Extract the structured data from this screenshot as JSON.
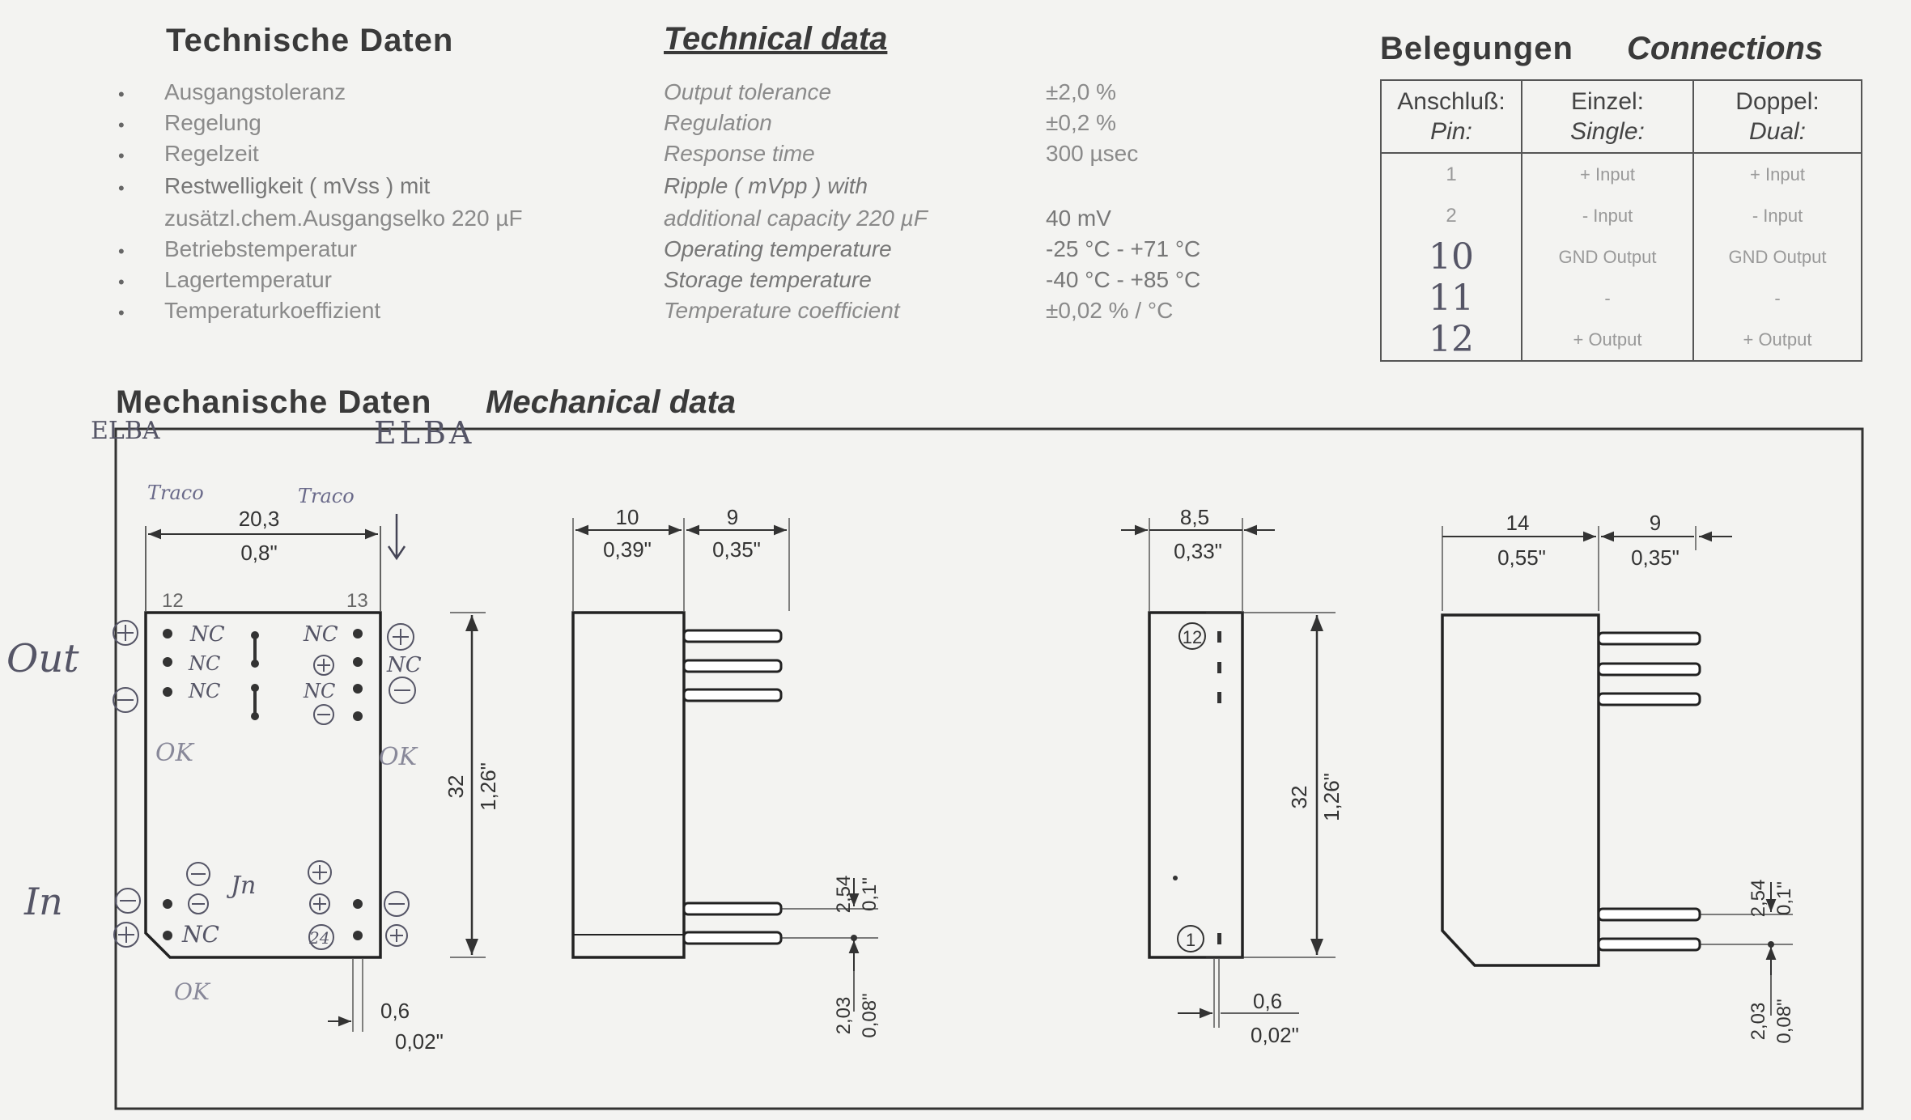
{
  "headings": {
    "tech_de": "Technische Daten",
    "tech_en": "Technical data",
    "belegungen": "Belegungen",
    "connections": "Connections",
    "mech_de": "Mechanische Daten",
    "mech_en": "Mechanical data"
  },
  "specs": [
    {
      "de": "Ausgangstoleranz",
      "en": "Output tolerance",
      "value": "±2,0 %"
    },
    {
      "de": "Regelung",
      "en": "Regulation",
      "value": "±0,2 %"
    },
    {
      "de": "Regelzeit",
      "en": "Response time",
      "value": "300 µsec"
    },
    {
      "de": "Restwelligkeit ( mVss ) mit",
      "en": "Ripple ( mVpp ) with",
      "value": ""
    },
    {
      "de": "zusätzl.chem.Ausgangselko 220 µF",
      "en": "additional capacity 220 µF",
      "value": "40 mV"
    },
    {
      "de": "Betriebstemperatur",
      "en": "Operating temperature",
      "value": "-25 °C - +71 °C"
    },
    {
      "de": "Lagertemperatur",
      "en": "Storage temperature",
      "value": "-40 °C - +85 °C"
    },
    {
      "de": "Temperaturkoeffizient",
      "en": "Temperature coefficient",
      "value": "±0,02 % / °C"
    }
  ],
  "connections_table": {
    "headers": [
      {
        "de": "Anschluß:",
        "en": "Pin:"
      },
      {
        "de": "Einzel:",
        "en": "Single:"
      },
      {
        "de": "Doppel:",
        "en": "Dual:"
      }
    ],
    "rows": [
      {
        "pin": "1",
        "single": "+ Input",
        "dual": "+ Input"
      },
      {
        "pin": "2",
        "single": "- Input",
        "dual": "- Input"
      },
      {
        "pin": "10",
        "single": "GND Output",
        "dual": "GND Output"
      },
      {
        "pin": "11",
        "single": "-",
        "dual": "-"
      },
      {
        "pin": "12",
        "single": "+ Output",
        "dual": "+ Output"
      }
    ]
  },
  "drawing_labels": {
    "elba_left": "ELBA",
    "elba_mid": "ELBA",
    "traco_left": "Traco",
    "traco_right": "Traco",
    "dim_width_mm": "20,3",
    "dim_width_in": "0,8\"",
    "pin_12": "12",
    "pin_13": "13",
    "out": "Out",
    "in": "In",
    "ok_1": "OK",
    "ok_2": "OK",
    "ok_3": "OK",
    "nc": "NC",
    "jn": "Jn",
    "pin_24": "24",
    "dim_height_mm": "32",
    "dim_height_in": "1,26\"",
    "dim_pin_mm": "0,6",
    "dim_pin_in": "0,02\"",
    "side1_w_mm": "10",
    "side1_w_in": "0,39\"",
    "side1_p_mm": "9",
    "side1_p_in": "0,35\"",
    "pitch_mm": "2,54",
    "pitch_in": "0,1\"",
    "stand_mm": "2,03",
    "stand_in": "0,08\"",
    "front_w_mm": "8,5",
    "front_w_in": "0,33\"",
    "front_pin12": "12",
    "front_pin1": "1",
    "side2_w_mm": "14",
    "side2_w_in": "0,55\"",
    "side2_p_mm": "9",
    "side2_p_in": "0,35\""
  }
}
